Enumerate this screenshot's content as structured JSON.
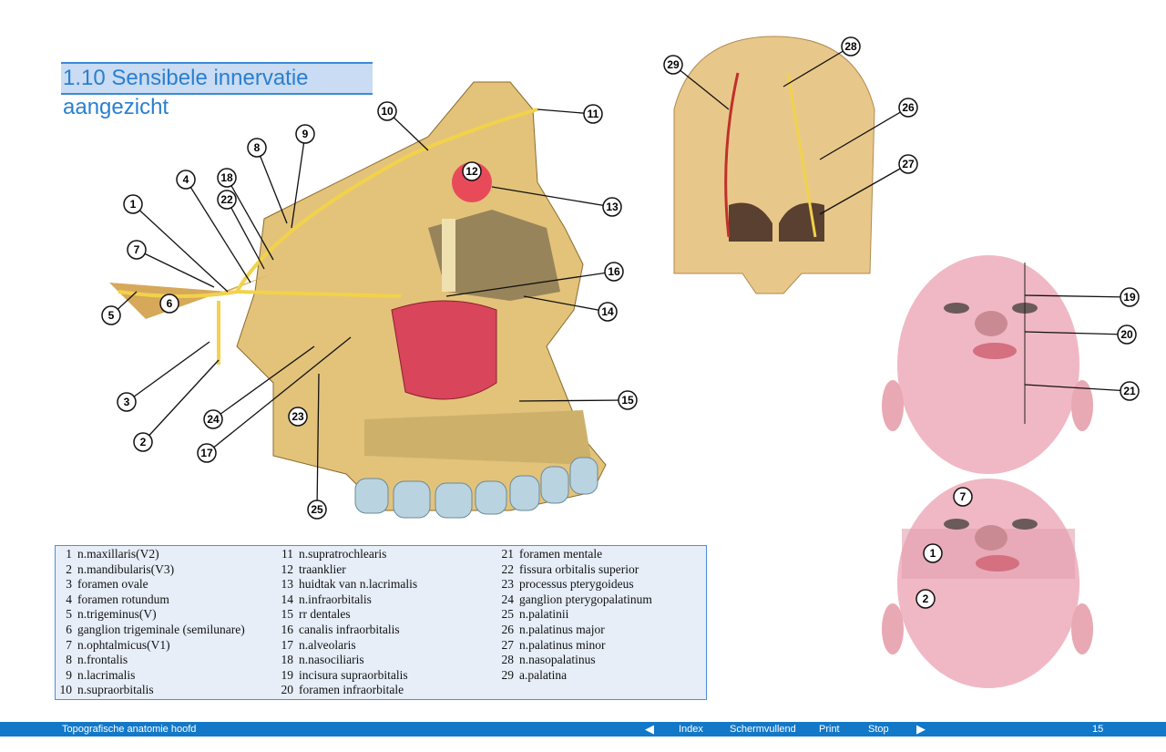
{
  "page_title": "1.10 Sensibele innervatie aangezicht",
  "skull_callouts": [
    "10",
    "11",
    "9",
    "8",
    "4",
    "18",
    "22",
    "1",
    "12",
    "13",
    "7",
    "6",
    "5",
    "16",
    "14",
    "3",
    "15",
    "2",
    "24",
    "23",
    "17",
    "25"
  ],
  "palate_callouts": [
    "29",
    "28",
    "26",
    "27"
  ],
  "face_callouts": [
    "19",
    "20",
    "21"
  ],
  "face2_callouts": [
    "7",
    "1",
    "2"
  ],
  "legend": {
    "col1": [
      {
        "n": "1",
        "t": "n.maxillaris(V2)"
      },
      {
        "n": "2",
        "t": "n.mandibularis(V3)"
      },
      {
        "n": "3",
        "t": "foramen ovale"
      },
      {
        "n": "4",
        "t": "foramen rotundum"
      },
      {
        "n": "5",
        "t": "n.trigeminus(V)"
      },
      {
        "n": "6",
        "t": "ganglion trigeminale (semilunare)"
      },
      {
        "n": "7",
        "t": "n.ophtalmicus(V1)"
      },
      {
        "n": "8",
        "t": "n.frontalis"
      },
      {
        "n": "9",
        "t": "n.lacrimalis"
      },
      {
        "n": "10",
        "t": "n.supraorbitalis"
      }
    ],
    "col2": [
      {
        "n": "11",
        "t": "n.supratrochlearis"
      },
      {
        "n": "12",
        "t": "traanklier"
      },
      {
        "n": "13",
        "t": "huidtak van n.lacrimalis"
      },
      {
        "n": "14",
        "t": "n.infraorbitalis"
      },
      {
        "n": "15",
        "t": "rr dentales"
      },
      {
        "n": "16",
        "t": "canalis infraorbitalis"
      },
      {
        "n": "17",
        "t": "n.alveolaris"
      },
      {
        "n": "18",
        "t": "n.nasociliaris"
      },
      {
        "n": "19",
        "t": "incisura supraorbitalis"
      },
      {
        "n": "20",
        "t": "foramen infraorbitale"
      }
    ],
    "col3": [
      {
        "n": "21",
        "t": "foramen mentale"
      },
      {
        "n": "22",
        "t": "fissura orbitalis superior"
      },
      {
        "n": "23",
        "t": "processus pterygoideus"
      },
      {
        "n": "24",
        "t": "ganglion pterygopalatinum"
      },
      {
        "n": "25",
        "t": "n.palatinii"
      },
      {
        "n": "26",
        "t": "n.palatinus major"
      },
      {
        "n": "27",
        "t": "n.palatinus minor"
      },
      {
        "n": "28",
        "t": "n.nasopalatinus"
      },
      {
        "n": "29",
        "t": "a.palatina"
      }
    ]
  },
  "footer": {
    "book_title": "Topografische anatomie hoofd",
    "prev_icon": "triangle-left-icon",
    "index": "Index",
    "fullscreen": "Schermvullend",
    "print": "Print",
    "stop": "Stop",
    "next_icon": "triangle-right-icon",
    "page_number": "15"
  },
  "colors": {
    "accent": "#1478c8",
    "title_bg": "#c9dcf3",
    "bone": "#e3c37a",
    "nerve": "#f2d24a",
    "sinus": "#d9455a",
    "teeth": "#b9d4e0",
    "skin": "#f0b8c4"
  }
}
